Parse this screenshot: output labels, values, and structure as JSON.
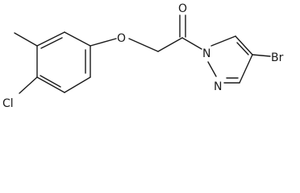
{
  "molecule": {
    "atoms": {
      "oxygen_ether": "O",
      "oxygen_carbonyl": "O",
      "nitrogen_1": "N",
      "nitrogen_2": "N",
      "bromine": "Br",
      "chlorine": "Cl"
    }
  }
}
